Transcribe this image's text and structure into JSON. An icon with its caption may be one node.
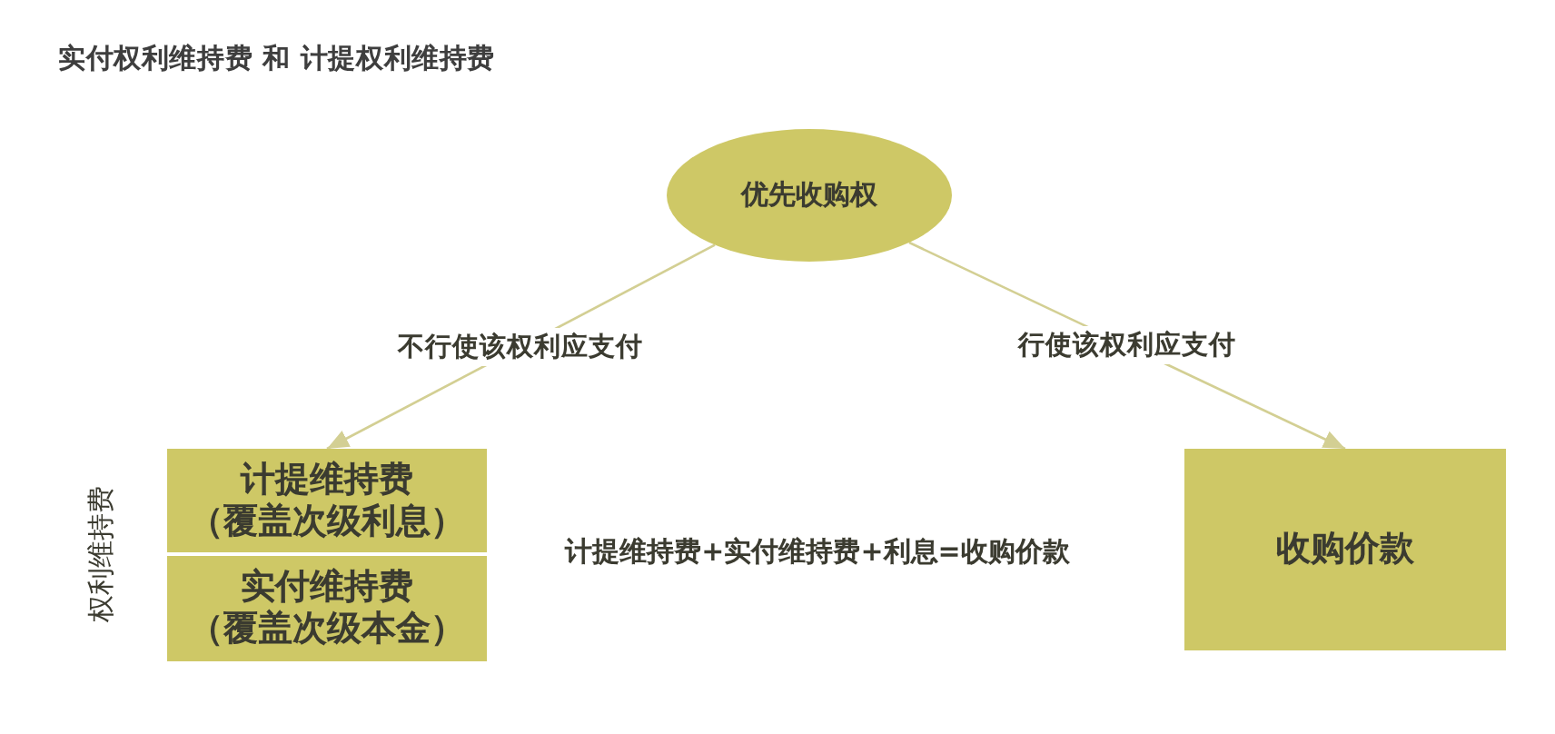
{
  "diagram": {
    "title": "实付权利维持费 和 计提权利维持费",
    "nodes": [
      {
        "text": [
          "优先收购权"
        ]
      },
      {
        "text": [
          "计提维持费（覆盖次级利息）"
        ]
      },
      {
        "text": [
          "实付维持费（覆盖次级本金）"
        ]
      },
      {
        "text": [
          "收购价款"
        ]
      }
    ],
    "edges": [
      {
        "from": 0,
        "to": 1,
        "arrow": "to",
        "label": "不行使该权利应支付"
      },
      {
        "from": 0,
        "to": 3,
        "arrow": "to",
        "label": "行使该权利应支付"
      }
    ],
    "labels": [
      "权利维持费",
      "计提维持费+实付维持费+利息=收购价款"
    ]
  }
}
